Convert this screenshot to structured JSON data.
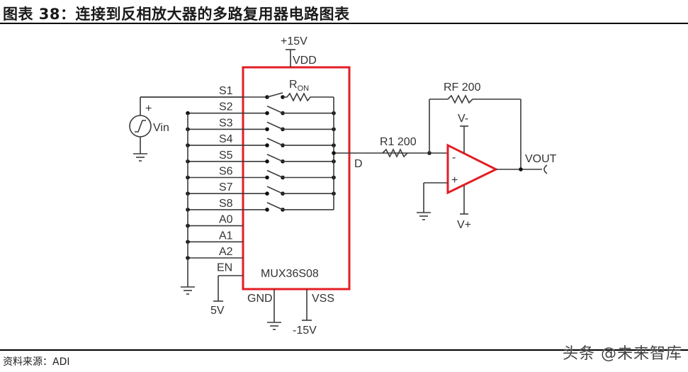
{
  "figure": {
    "title": "图表 38：连接到反相放大器的多路复用器电路图表",
    "source": "资料来源：ADI",
    "watermark": "头条 @未来智库"
  },
  "mux": {
    "part_number": "MUX36S08",
    "supply_top": "+15V",
    "vdd_label": "VDD",
    "ron_label": "R",
    "ron_sub": "ON",
    "inputs": [
      "S1",
      "S2",
      "S3",
      "S4",
      "S5",
      "S6",
      "S7",
      "S8"
    ],
    "address_pins": [
      "A0",
      "A1",
      "A2"
    ],
    "enable_pin": "EN",
    "enable_supply": "5V",
    "gnd_label": "GND",
    "vss_label": "VSS",
    "supply_bottom": "-15V",
    "drain_label": "D",
    "highlight_color": "#e31e24"
  },
  "source_signal": {
    "label": "Vin",
    "polarity": "+"
  },
  "amplifier": {
    "r1_label": "R1 200",
    "rf_label": "RF 200",
    "vminus_supply": "V-",
    "vplus_supply": "V+",
    "inv_input": "-",
    "noninv_input": "+",
    "output_label": "VOUT",
    "highlight_color": "#e31e24"
  }
}
